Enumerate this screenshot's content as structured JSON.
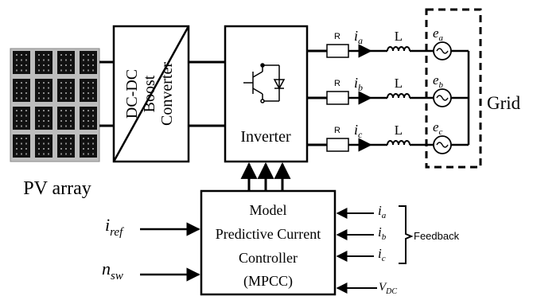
{
  "labels": {
    "pv_array": "PV array",
    "boost_line1": "DC-DC",
    "boost_line2": "Boost",
    "boost_line3": "Converter",
    "inverter": "Inverter",
    "grid": "Grid",
    "controller_line1": "Model",
    "controller_line2": "Predictive Current",
    "controller_line3": "Controller",
    "controller_line4": "(MPCC)",
    "feedback": "Feedback"
  },
  "phases": [
    {
      "r": "R",
      "i": "i",
      "i_sub": "a",
      "l": "L",
      "e": "e",
      "e_sub": "a"
    },
    {
      "r": "R",
      "i": "i",
      "i_sub": "b",
      "l": "L",
      "e": "e",
      "e_sub": "b"
    },
    {
      "r": "R",
      "i": "i",
      "i_sub": "c",
      "l": "L",
      "e": "e",
      "e_sub": "c"
    }
  ],
  "controller_inputs": {
    "iref": "i",
    "iref_sub": "ref",
    "nsw": "n",
    "nsw_sub": "sw",
    "vdc": "V",
    "vdc_sub": "DC"
  },
  "feedback_signals": [
    {
      "i": "i",
      "sub": "a"
    },
    {
      "i": "i",
      "sub": "b"
    },
    {
      "i": "i",
      "sub": "c"
    }
  ],
  "colors": {
    "stroke": "#000000",
    "pv_cell": "#111111",
    "pv_frame": "#bdbdbd",
    "pv_dot": "#8a8a8a"
  }
}
